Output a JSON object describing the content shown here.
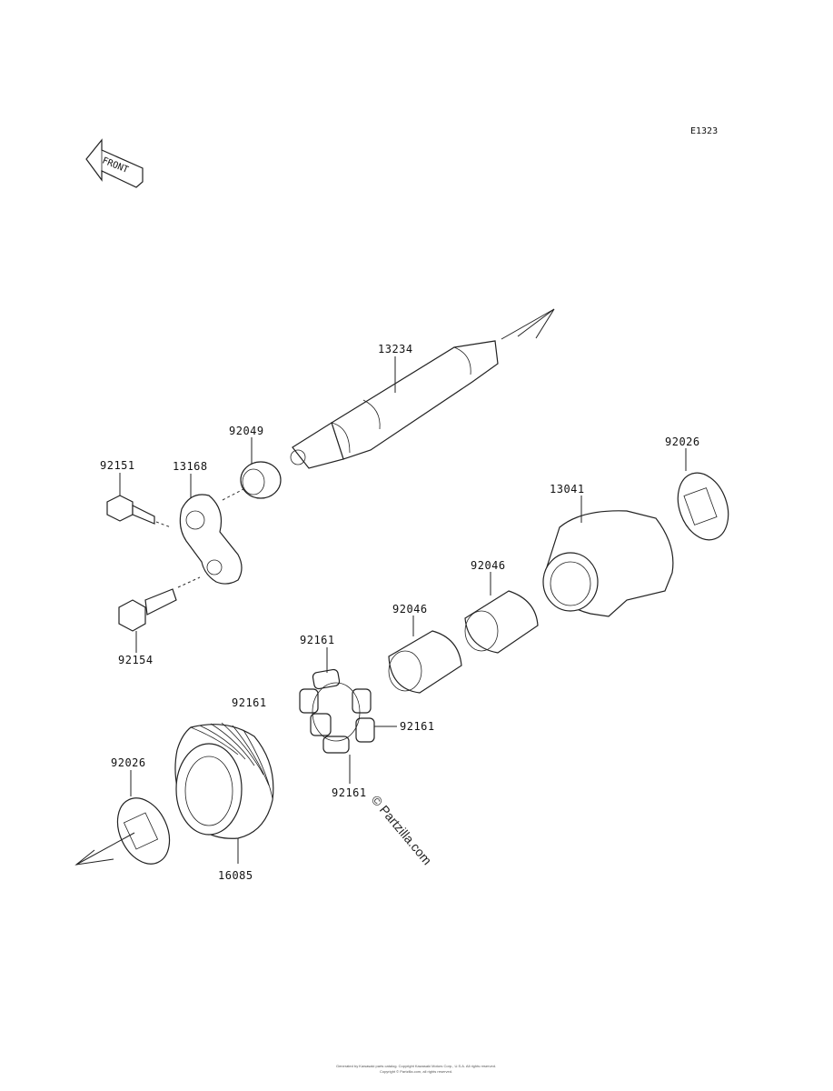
{
  "diagram_code": "E1323",
  "front_label": "FRONT",
  "watermark": "© Partzilla.com",
  "footer": {
    "line1": "Generated by Kawasaki parts catalog. Copyright Kawasaki Motors Corp., U.S.A. All rights reserved.",
    "line2": "Copyright © Partzilla.com, all rights reserved."
  },
  "parts": {
    "p13234": "13234",
    "p92049": "92049",
    "p92151": "92151",
    "p13168": "13168",
    "p92154": "92154",
    "p92026_top": "92026",
    "p13041": "13041",
    "p92046_a": "92046",
    "p92046_b": "92046",
    "p92161_top": "92161",
    "p92161_left": "92161",
    "p92161_right": "92161",
    "p92161_bottom": "92161",
    "p92026_bottom": "92026",
    "p16085": "16085"
  }
}
